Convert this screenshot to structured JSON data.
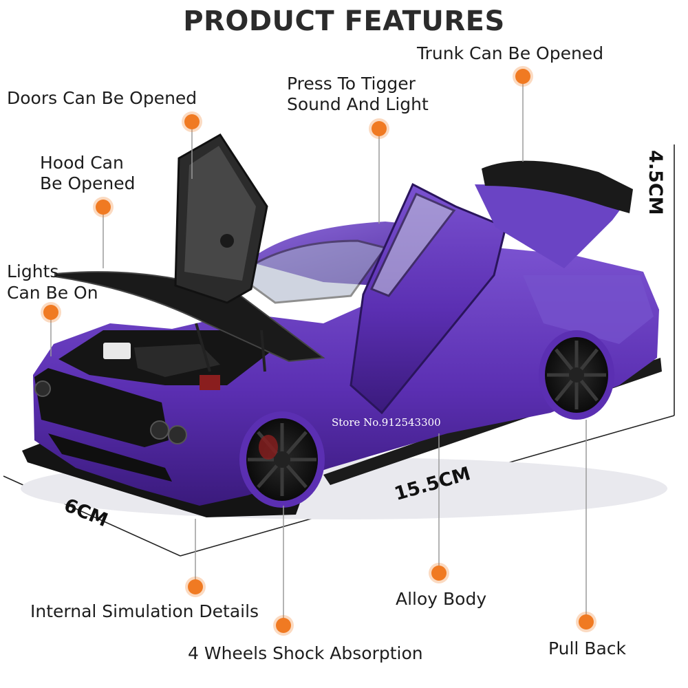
{
  "title": "PRODUCT FEATURES",
  "features": {
    "trunk": "Trunk Can Be Opened",
    "sound_light_1": "Press To Tigger",
    "sound_light_2": "Sound And Light",
    "doors": "Doors Can Be Opened",
    "hood_1": "Hood Can",
    "hood_2": "Be Opened",
    "lights_1": "Lights",
    "lights_2": "Can Be On",
    "internal": "Internal Simulation Details",
    "wheels": "4 Wheels Shock Absorption",
    "alloy": "Alloy Body",
    "pullback": "Pull Back"
  },
  "dimensions": {
    "height": "4.5CM",
    "length": "15.5CM",
    "width": "6CM"
  },
  "watermark": "Store No.912543300",
  "colors": {
    "car_body": "#5a2fb0",
    "marker": "#f07a22",
    "text": "#1d1d1d"
  }
}
